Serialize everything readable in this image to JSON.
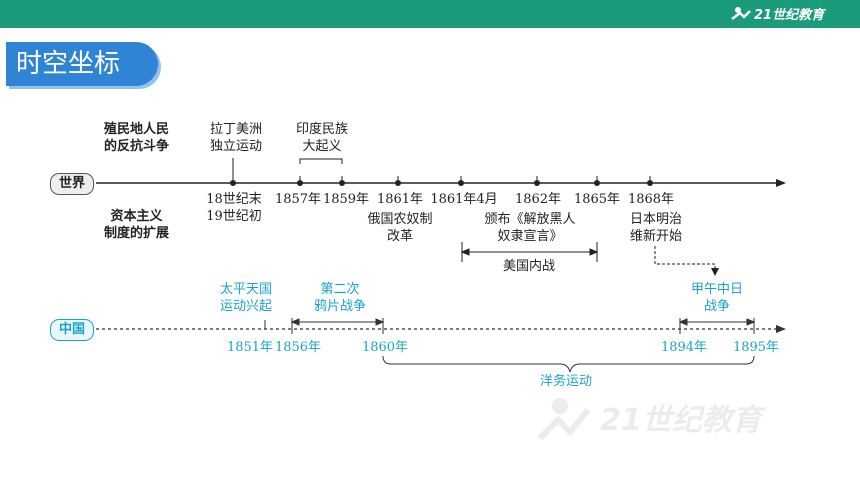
{
  "header": {
    "logo_text": "21世纪教育"
  },
  "section_title": "时空坐标",
  "world": {
    "label": "世界",
    "row_top_label": "殖民地人民\n的反抗斗争",
    "row_bottom_label": "资本主义\n制度的扩展",
    "events_top": [
      {
        "text": "拉丁美洲\n独立运动"
      },
      {
        "text": "印度民族\n大起义"
      }
    ],
    "dates": [
      "18世纪末\n19世纪初",
      "1857年",
      "1859年",
      "1861年",
      "1861年4月",
      "1862年",
      "1865年",
      "1868年"
    ],
    "events_bottom": [
      {
        "text": "俄国农奴制\n改革"
      },
      {
        "text": "颁布《解放黑人\n奴隶宣言》"
      },
      {
        "text": "日本明治\n维新开始"
      }
    ],
    "span_label": "美国内战"
  },
  "china": {
    "label": "中国",
    "events": [
      {
        "text": "太平天国\n运动兴起"
      },
      {
        "text": "第二次\n鸦片战争"
      },
      {
        "text": "甲午中日\n战争"
      }
    ],
    "dates": [
      "1851年",
      "1856年",
      "1860年",
      "1894年",
      "1895年"
    ],
    "span_label": "洋务运动"
  },
  "watermark_text": "21世纪教育",
  "colors": {
    "topbar": "#1a9b7b",
    "title_bg": "#2f84d6",
    "china": "#1ba3c9",
    "world": "#222222"
  }
}
